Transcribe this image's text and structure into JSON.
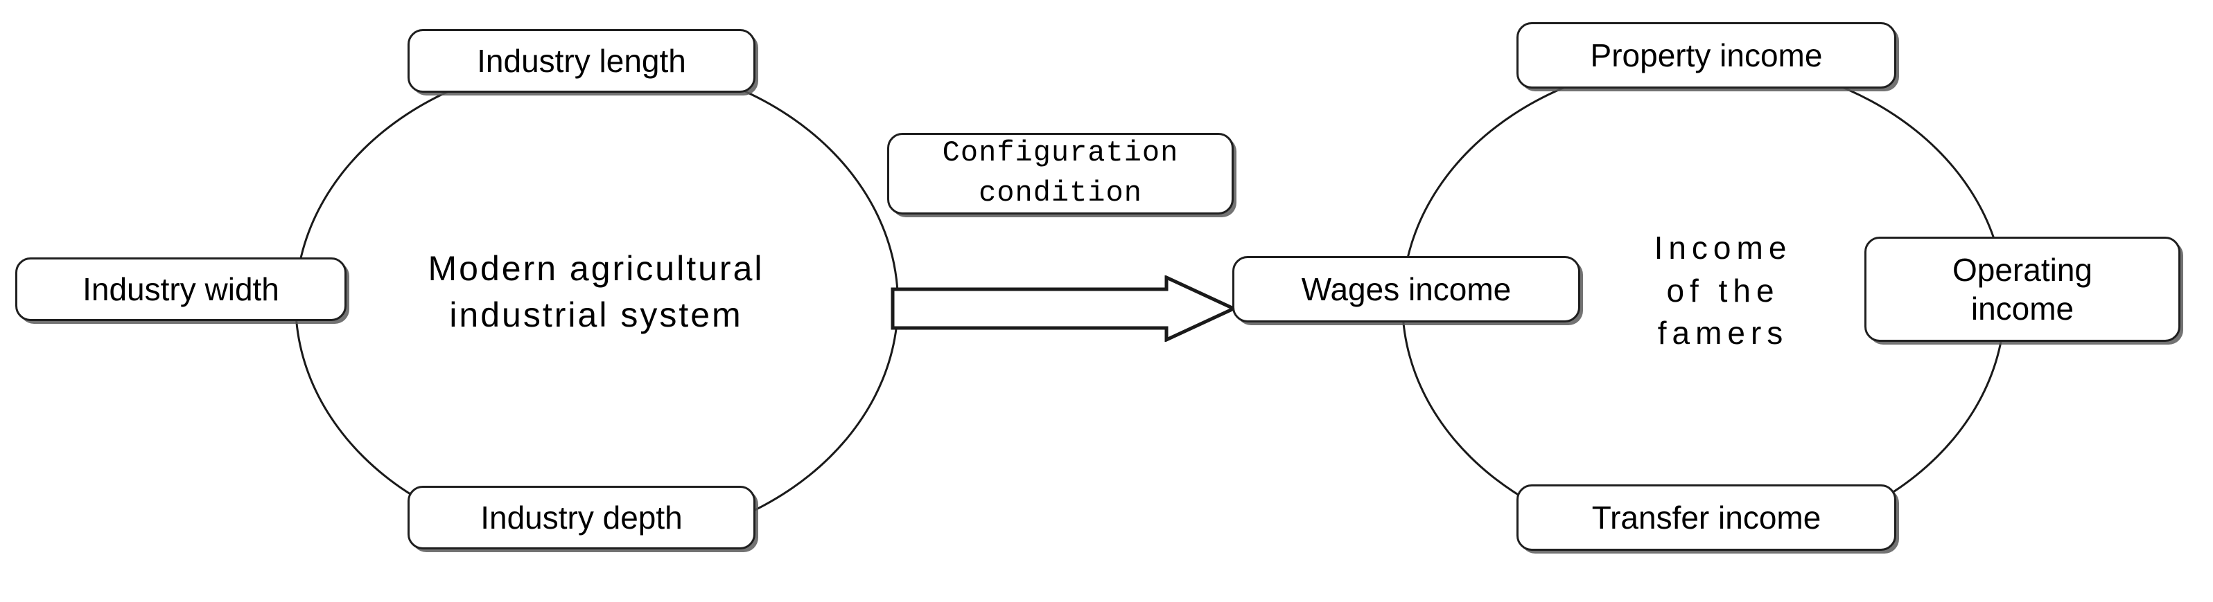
{
  "diagram": {
    "title_visible": false,
    "background_color": "#ffffff",
    "outline_color": "#1f1f1f",
    "shadow_color": "#5a5a5a",
    "text_color": "#000000",
    "left_cluster": {
      "center_label": "Modern agricultural\nindustrial system",
      "nodes": {
        "top": "Industry length",
        "left": "Industry width",
        "bottom": "Industry depth"
      }
    },
    "connector": {
      "label": "Configuration\ncondition",
      "arrow_icon": "block-arrow-right",
      "direction": "left-to-right"
    },
    "right_cluster": {
      "center_label": "Income\nof the\nfamers",
      "nodes": {
        "top": "Property income",
        "left": "Wages income",
        "right": "Operating\nincome",
        "bottom": "Transfer income"
      }
    }
  }
}
